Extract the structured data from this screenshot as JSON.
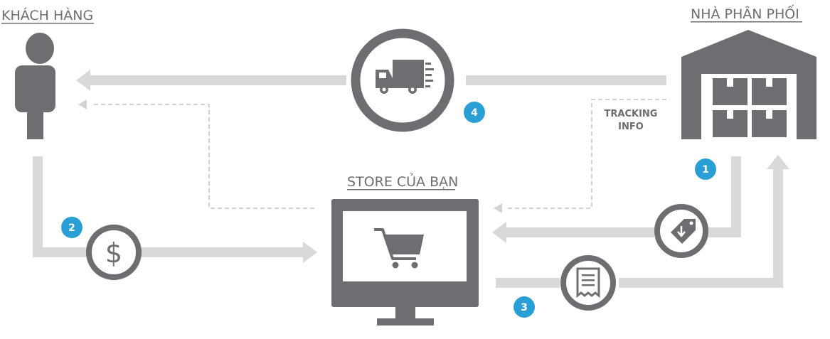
{
  "labels": {
    "customer": "KHÁCH HÀNG",
    "distributor": "NHÀ PHÂN PHỐI",
    "store": "STORE CỦA BẠN",
    "tracking_line1": "TRACKING",
    "tracking_line2": "INFO"
  },
  "steps": {
    "one": "1",
    "two": "2",
    "three": "3",
    "four": "4"
  },
  "icons": {
    "dollar": "$"
  },
  "colors": {
    "icon_gray": "#6d6e71",
    "line_gray": "#d9d9d9",
    "badge_blue": "#2a9fd6"
  }
}
